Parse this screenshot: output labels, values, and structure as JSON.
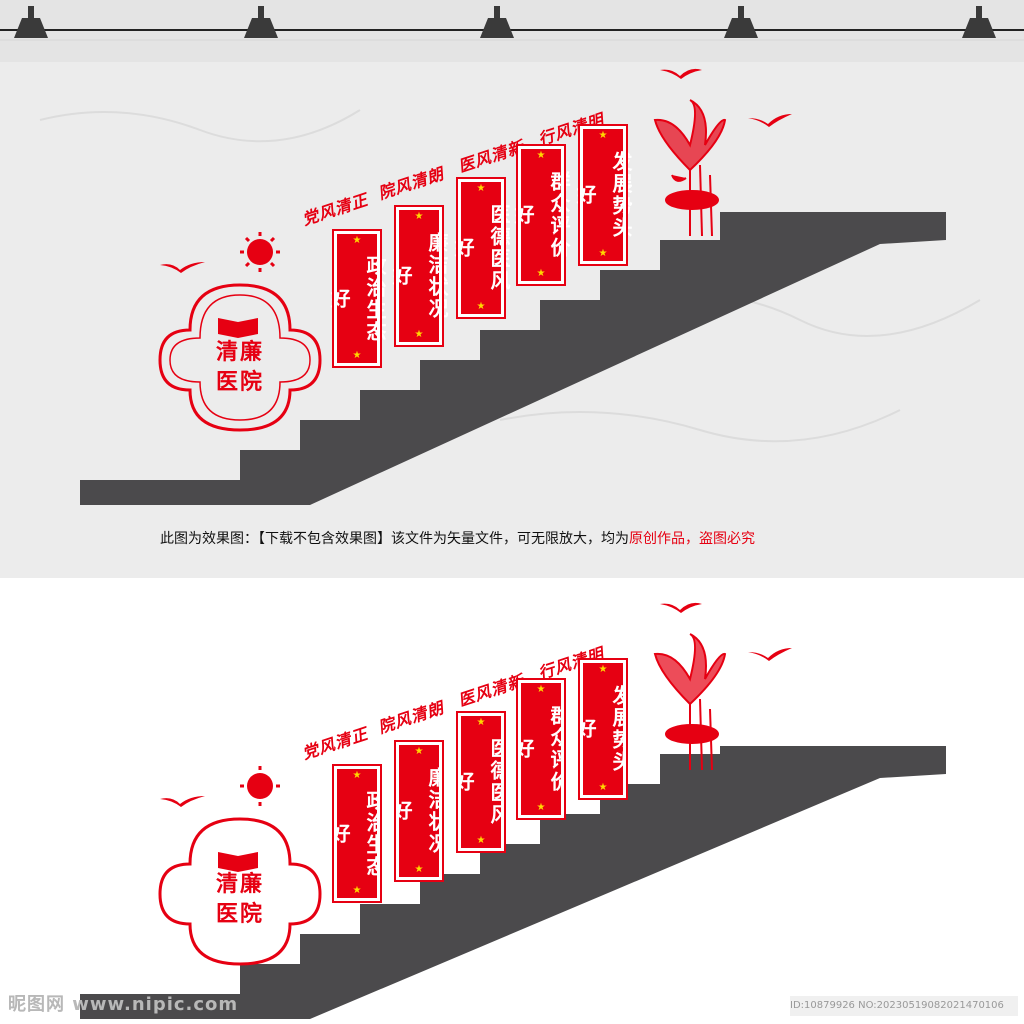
{
  "slogans": [
    "党风清正",
    "院风清朗",
    "医风清新",
    "行风清明"
  ],
  "badge_title": [
    "清廉",
    "医院"
  ],
  "banners": [
    "政治生态好",
    "廉洁状况好",
    "医德医风好",
    "群众评价好",
    "发展势头好"
  ],
  "caption": {
    "text_black": "此图为效果图：【下载不包含效果图】该文件为矢量文件，可无限放大，均为",
    "text_red": "原创作品，盗图必究"
  },
  "watermark": {
    "left": "昵图网 www.nipic.com",
    "right": "ID:10879926 NO:20230519082021470106"
  },
  "colors": {
    "accent_red": "#e60012",
    "stair_gray": "#4b4a4c",
    "wall": "#ececec",
    "star_yellow": "#ffd800"
  }
}
